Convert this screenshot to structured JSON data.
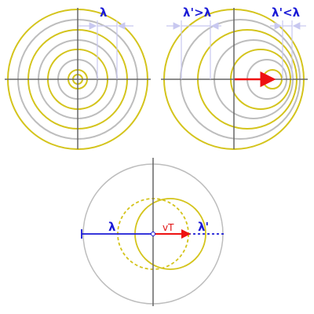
{
  "labels": {
    "panel1_lambda": "λ",
    "panel2_longer": "λ'>λ",
    "panel2_shorter": "λ'<λ",
    "panel3_lambda": "λ",
    "panel3_vt": "vT",
    "panel3_lambda_prime": "λ'"
  },
  "colors": {
    "wave_yellow": "#d4c41c",
    "wave_gray": "#bdbdbd",
    "axis": "#666666",
    "guide": "#c8c8f0",
    "arrow_red": "#ee1111",
    "lambda_blue": "#1a1ad6"
  }
}
